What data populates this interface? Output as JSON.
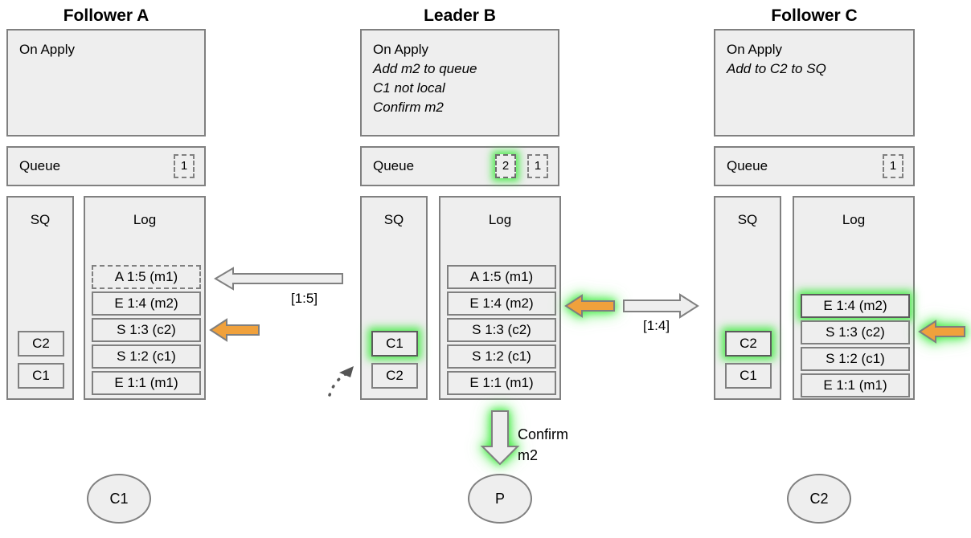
{
  "columns": [
    {
      "id": "follower-a",
      "title": "Follower A",
      "on_apply": {
        "header": "On Apply",
        "lines": []
      },
      "queue": {
        "label": "Queue",
        "tokens": [
          {
            "value": "1",
            "highlight": false
          }
        ]
      },
      "sq": {
        "label": "SQ",
        "items": [
          {
            "value": "C2",
            "highlight": false
          },
          {
            "value": "C1",
            "highlight": false
          }
        ]
      },
      "log": {
        "label": "Log",
        "entries": [
          {
            "value": "A 1:5 (m1)",
            "style": "dashed",
            "highlight": false
          },
          {
            "value": "E 1:4 (m2)",
            "style": "solid",
            "highlight": false
          },
          {
            "value": "S 1:3 (c2)",
            "style": "solid",
            "highlight": false
          },
          {
            "value": "S 1:2 (c1)",
            "style": "solid",
            "highlight": false
          },
          {
            "value": "E 1:1 (m1)",
            "style": "solid",
            "highlight": false
          }
        ]
      },
      "client": "C1"
    },
    {
      "id": "leader-b",
      "title": "Leader B",
      "on_apply": {
        "header": "On Apply",
        "lines": [
          "Add m2 to queue",
          "C1 not local",
          "Confirm m2"
        ]
      },
      "queue": {
        "label": "Queue",
        "tokens": [
          {
            "value": "2",
            "highlight": true
          },
          {
            "value": "1",
            "highlight": false
          }
        ]
      },
      "sq": {
        "label": "SQ",
        "items": [
          {
            "value": "C1",
            "highlight": true
          },
          {
            "value": "C2",
            "highlight": false
          }
        ]
      },
      "log": {
        "label": "Log",
        "entries": [
          {
            "value": "A 1:5 (m1)",
            "style": "solid",
            "highlight": false
          },
          {
            "value": "E 1:4 (m2)",
            "style": "solid",
            "highlight": false
          },
          {
            "value": "S 1:3 (c2)",
            "style": "solid",
            "highlight": false
          },
          {
            "value": "S 1:2 (c1)",
            "style": "solid",
            "highlight": false
          },
          {
            "value": "E 1:1 (m1)",
            "style": "solid",
            "highlight": false
          }
        ]
      },
      "client": "P"
    },
    {
      "id": "follower-c",
      "title": "Follower C",
      "on_apply": {
        "header": "On Apply",
        "lines": [
          "Add to C2 to SQ"
        ]
      },
      "queue": {
        "label": "Queue",
        "tokens": [
          {
            "value": "1",
            "highlight": false
          }
        ]
      },
      "sq": {
        "label": "SQ",
        "items": [
          {
            "value": "C2",
            "highlight": true
          },
          {
            "value": "C1",
            "highlight": false
          }
        ]
      },
      "log": {
        "label": "Log",
        "entries": [
          {
            "value": "E 1:4 (m2)",
            "style": "solid",
            "highlight": true
          },
          {
            "value": "S 1:3 (c2)",
            "style": "solid",
            "highlight": false
          },
          {
            "value": "S 1:2 (c1)",
            "style": "solid",
            "highlight": false
          },
          {
            "value": "E 1:1 (m1)",
            "style": "solid",
            "highlight": false
          }
        ]
      },
      "client": "C2"
    }
  ],
  "arrows": {
    "replicate_left_label": "[1:5]",
    "replicate_right_label": "[1:4]",
    "confirm_note": "Confirm\nm2"
  },
  "colors": {
    "panel_fill": "#eeeeee",
    "panel_border": "#808080",
    "orange": "#f0a13c",
    "orange_border": "#7f7f7f",
    "glow_green": "#3ceb3c",
    "text": "#000000"
  }
}
